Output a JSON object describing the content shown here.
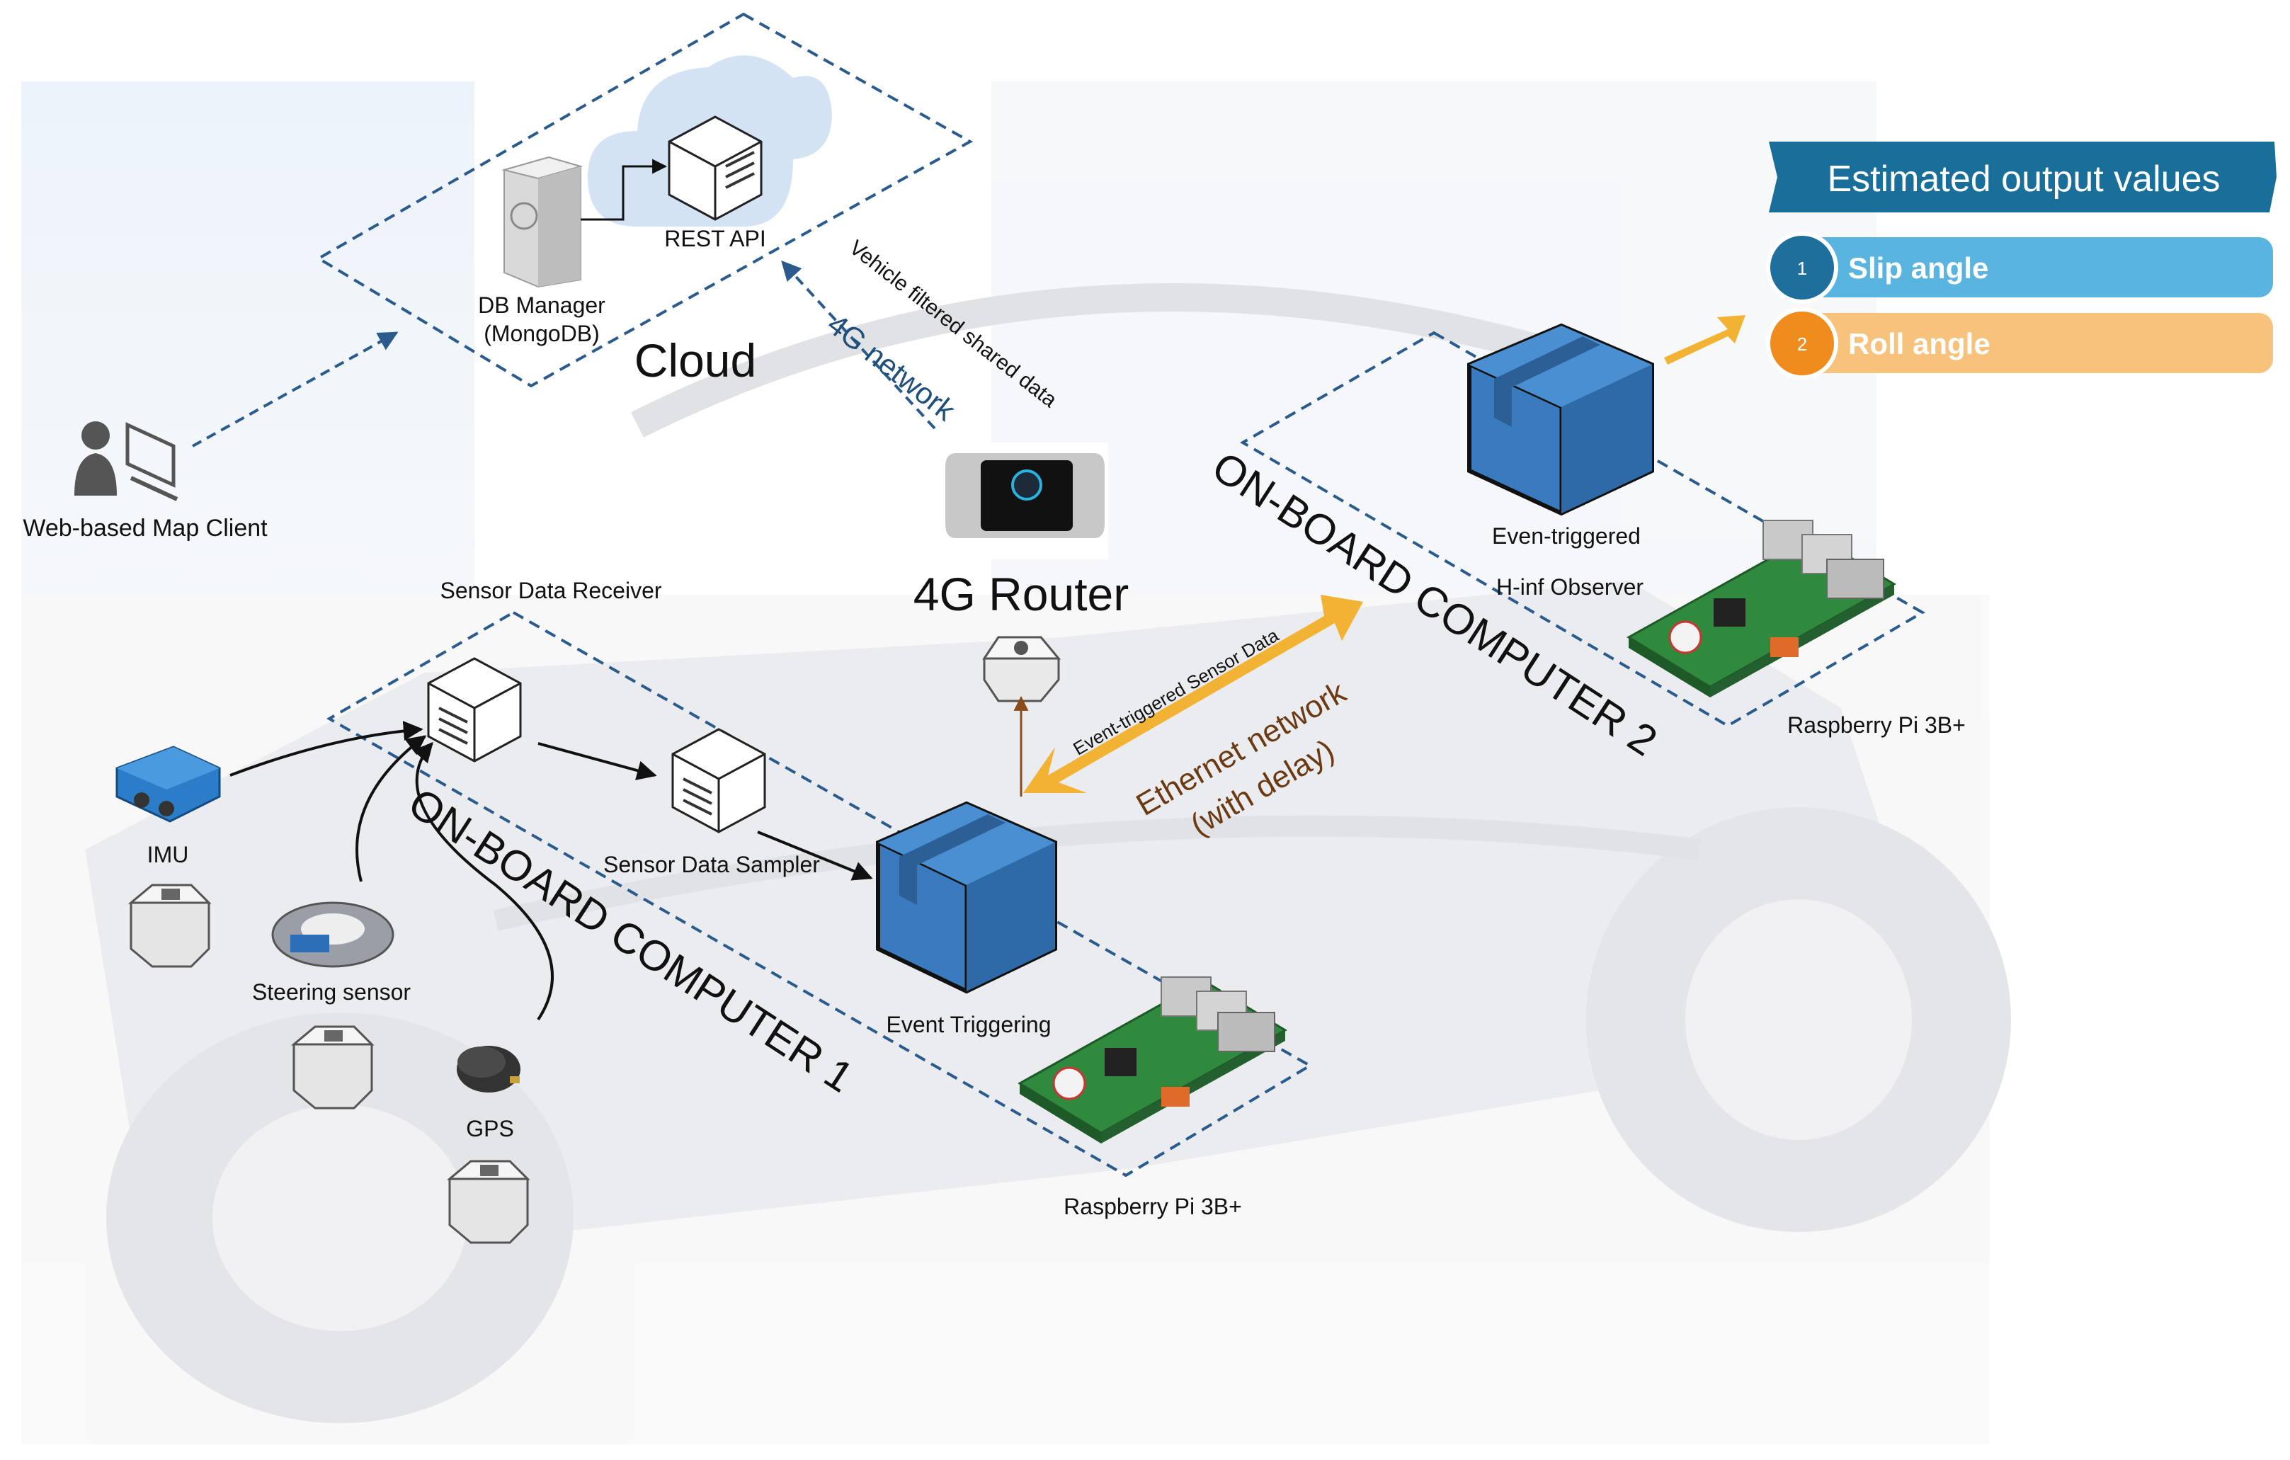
{
  "cloud": {
    "db_manager_line1": "DB Manager",
    "db_manager_line2": "(MongoDB)",
    "rest_api": "REST API",
    "title": "Cloud"
  },
  "client": {
    "label": "Web-based Map Client"
  },
  "router": {
    "title": "4G Router",
    "network_label": "4G network",
    "shared_data_label": "Vehicle filtered shared data"
  },
  "onboard1": {
    "title": "ON-BOARD COMPUTER 1",
    "receiver": "Sensor Data Receiver",
    "sampler": "Sensor Data Sampler",
    "event_triggering": "Event Triggering",
    "raspberry": "Raspberry Pi 3B+"
  },
  "onboard2": {
    "title": "ON-BOARD COMPUTER 2",
    "observer_line1": "Even-triggered",
    "observer_line2": "H-inf Observer",
    "raspberry": "Raspberry Pi 3B+"
  },
  "sensors": {
    "imu": "IMU",
    "steering": "Steering sensor",
    "gps": "GPS"
  },
  "ethernet": {
    "arrow_label": "Event-triggered Sensor Data",
    "network_line1": "Ethernet network",
    "network_line2": "(with delay)"
  },
  "outputs": {
    "title": "Estimated output values",
    "items": [
      {
        "num": "1",
        "label": "Slip angle"
      },
      {
        "num": "2",
        "label": "Roll angle"
      }
    ]
  },
  "colors": {
    "dashed_border": "#2a5b8c",
    "cube_blue": "#3a7abf",
    "arrow_orange": "#f2b233",
    "item1_fill": "#5ab4e0",
    "item1_badge": "#1f6f9c",
    "item2_fill": "#f7c27c",
    "item2_badge": "#ef8c1d",
    "header_fill": "#1a6e9a",
    "ethernet_text": "#6b3a12",
    "network_text": "#1f4f7a"
  }
}
